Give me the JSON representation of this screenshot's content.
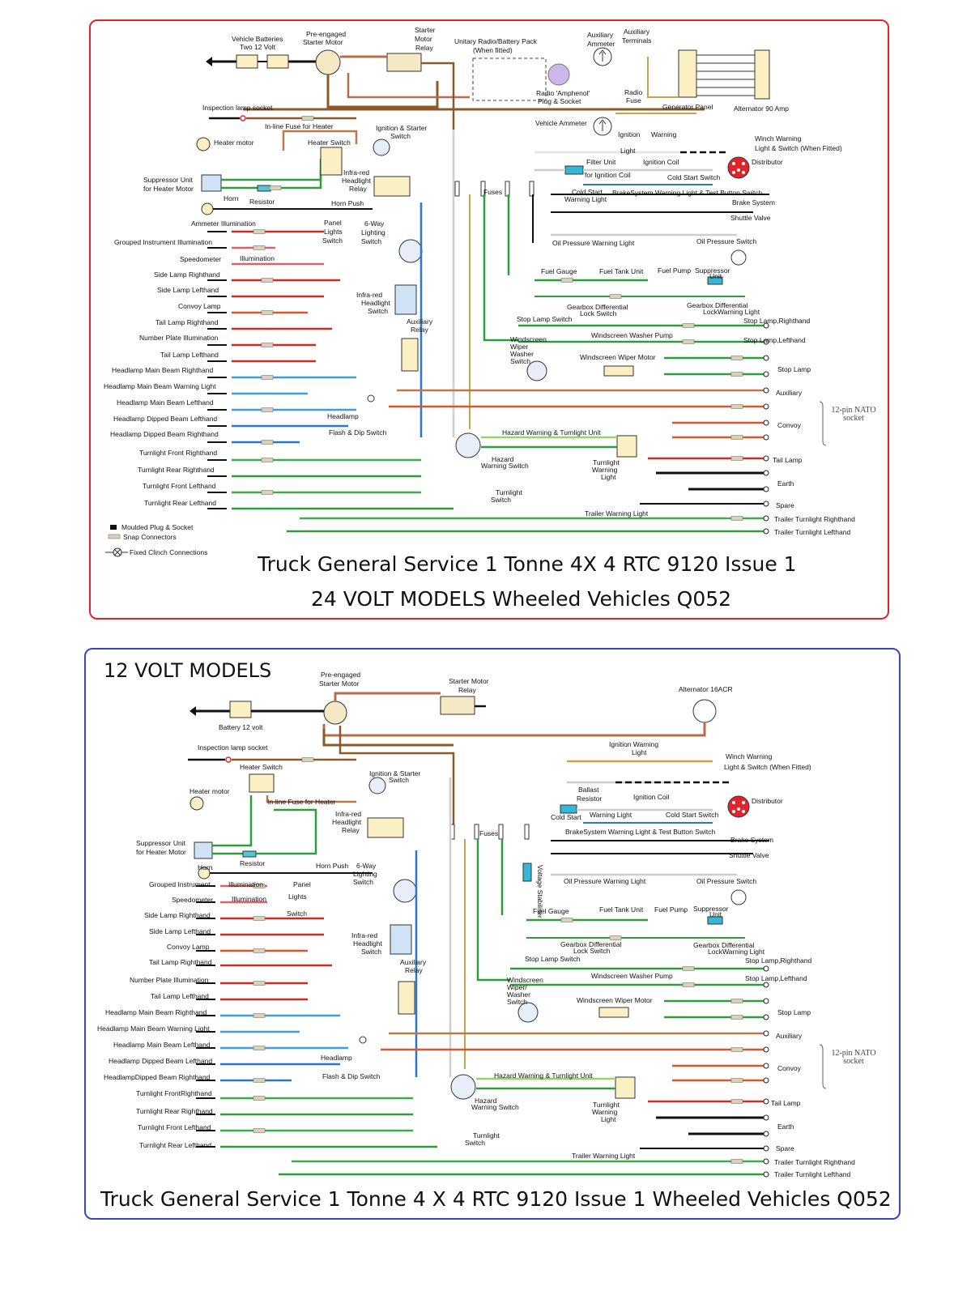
{
  "top_diagram": {
    "title_line1": "Truck General Service 1 Tonne 4X 4 RTC 9120 Issue 1",
    "title_line2": "24 VOLT MODELS  Wheeled Vehicles Q052",
    "frame_color": "#e0242d",
    "components": {
      "batteries": "Vehicle Batteries",
      "batteries_sub": "Two 12 Volt",
      "starter_motor": "Pre-engaged",
      "starter_motor_sub": "Starter Motor",
      "starter_relay": "Starter",
      "starter_relay_sub": "Motor",
      "starter_relay_sub2": "Relay",
      "radio_pack": "Unitary Radio/Battery Pack",
      "radio_pack_sub": "(When fitted)",
      "aux_ammeter": "Auxiliary",
      "aux_ammeter_sub": "Ammeter",
      "aux_terminals": "Auxiliary",
      "aux_terminals_sub": "Terminals",
      "radio_plug": "Radio 'Amphenol'",
      "radio_plug_sub": "Plug & Socket",
      "radio_fuse": "Radio",
      "radio_fuse_sub": "Fuse",
      "generator_panel": "Generator Panel",
      "alternator": "Alternator 90 Amp",
      "vehicle_ammeter": "Vehicle Ammeter",
      "inspection_socket": "Inspection lamp socket",
      "inline_fuse": "In-line Fuse for Heater",
      "heater_motor": "Heater motor",
      "heater_switch": "Heater Switch",
      "ign_starter_switch": "Ignition & Starter",
      "ign_starter_switch_sub": "Switch",
      "ignition_warning": "Ignition",
      "ignition_warning_sub": "Warning",
      "ignition_warning_sub2": "Light",
      "winch_warning": "Winch Warning",
      "winch_warning_sub": "Light & Switch (When Fitted)",
      "filter_unit": "Filter Unit",
      "filter_unit_sub": "for Ignition Coil",
      "ignition_coil": "Ignition Coil",
      "distributor": "Distributor",
      "cold_start_switch": "Cold Start Switch",
      "cold_start_light": "Cold Start",
      "cold_start_light_sub": "Warning Light",
      "brake_warning": "BrakeSystem Warning Light & Test Button Switch",
      "brake_system": "Brake System",
      "shuttle_valve": "Shuttle Valve",
      "suppressor_heater": "Suppressor Unit",
      "suppressor_heater_sub": "for Heater Motor",
      "horn": "Horn",
      "resistor": "Resistor",
      "horn_push": "Horn Push",
      "ir_relay": "Infra-red",
      "ir_relay_sub": "Headlight",
      "ir_relay_sub2": "Relay",
      "fuses": "Fuses",
      "ammeter_illum": "Ammeter Illumination",
      "grouped_illum": "Grouped Instrument Illumination",
      "panel_lights": "Panel",
      "panel_lights_sub": "Lights",
      "panel_lights_sub2": "Switch",
      "six_way": "6-Way",
      "six_way_sub": "Lighting",
      "six_way_sub2": "Switch",
      "speedometer": "Speedometer",
      "illumination": "Illumination",
      "oil_warning": "Oil Pressure Warning Light",
      "oil_switch": "Oil Pressure Switch",
      "fuel_gauge": "Fuel Gauge",
      "fuel_tank": "Fuel Tank Unit",
      "fuel_pump": "Fuel Pump",
      "suppressor": "Suppressor",
      "suppressor_sub": "Unit",
      "gearbox_switch": "Gearbox Differential",
      "gearbox_switch_sub": "Lock Switch",
      "gearbox_light": "Gearbox Differential",
      "gearbox_light_sub": "LockWarning Light",
      "ir_switch": "Infra-red",
      "ir_switch_sub": "Headlight",
      "ir_switch_sub2": "Switch",
      "aux_relay": "Auxiliary",
      "aux_relay_sub": "Relay",
      "stop_lamp_switch": "Stop Lamp Switch",
      "washer_pump": "Windscreen Washer Pump",
      "wiper_switch": "Windscreen",
      "wiper_switch_sub": "Wiper",
      "wiper_switch_sub2": "Washer",
      "wiper_switch_sub3": "Switch",
      "wiper_motor": "Windscreen Wiper Motor",
      "headlamp_switch": "Headlamp",
      "headlamp_switch_sub": "Flash & Dip Switch",
      "hazard_unit": "Hazard Warning  & Turnlight Unit",
      "hazard_switch": "Hazard",
      "hazard_switch_sub": "Warning Switch",
      "turnlight_warning": "Turnlight",
      "turnlight_warning_sub": "Warning",
      "turnlight_warning_sub2": "Light",
      "turnlight_switch": "Turnlight",
      "turnlight_switch_sub": "Switch",
      "trailer_warning": "Trailer Warning Light"
    },
    "left_loads": [
      "Side Lamp Righthand",
      "Side Lamp Lefthand",
      "Convoy Lamp",
      "Tail Lamp Righthand",
      "Number Plate Illumination",
      "Tail Lamp Lefthand",
      "Headlamp Main Beam Righthand",
      "Headlamp Main Beam Warning Light",
      "Headlamp Main Beam Lefthand",
      "Headlamp Dipped Beam Lefthand",
      "Headlamp Dipped Beam Righthand",
      "Turnlight Front Righthand",
      "Turnlight Rear Righthand",
      "Turnlight Front Lefthand",
      "Turnlight Rear Lefthand"
    ],
    "right_outputs": [
      "Stop Lamp,Righthand",
      "Stop Lamp,Lefthand",
      "Stop Lamp",
      "Auxiliary",
      "Convoy",
      "Tail Lamp",
      "Earth",
      "Spare",
      "Trailer Turnlight Righthand",
      "Trailer Turnlight Lefthand"
    ],
    "nato_socket": "12-pin NATO socket",
    "legend": [
      "Moulded Plug & Socket",
      "Snap Connectors",
      "Fixed Clinch Connections"
    ]
  },
  "bottom_diagram": {
    "heading": "12 VOLT MODELS",
    "title": "Truck General Service 1 Tonne 4 X 4 RTC 9120 Issue 1    Wheeled Vehicles Q052",
    "frame_color": "#3a44c2",
    "components": {
      "starter_motor": "Pre-engaged",
      "starter_motor_sub": "Starter Motor",
      "starter_relay": "Starter Motor",
      "starter_relay_sub": "Relay",
      "alternator": "Alternator 16ACR",
      "battery": "Battery 12 volt",
      "inspection_socket": "Inspection lamp socket",
      "heater_switch": "Heater Switch",
      "heater_motor": "Heater motor",
      "inline_fuse": "In-line Fuse for Heater",
      "ign_starter_switch": "Ignition & Starter",
      "ign_starter_switch_sub": "Switch",
      "ignition_warning": "Ignition Warning",
      "ignition_warning_sub": "Light",
      "winch_warning": "Winch Warning",
      "winch_warning_sub": "Light & Switch (When Fitted)",
      "ballast": "Ballast",
      "ballast_sub": "Resistor",
      "ignition_coil": "Ignition Coil",
      "distributor": "Distributor",
      "cold_start": "Cold Start",
      "warning_light": "Warning Light",
      "cold_start_switch": "Cold Start Switch",
      "brake_warning": "BrakeSystem Warning Light & Test Button Switch",
      "brake_system": "Brake System",
      "shuttle_valve": "Shuttle Valve",
      "ir_relay": "Infra-red",
      "ir_relay_sub": "Headlight",
      "ir_relay_sub2": "Relay",
      "fuses": "Fuses",
      "suppressor_heater": "Suppressor Unit",
      "suppressor_heater_sub": "for Heater Motor",
      "resistor": "Resistor",
      "horn": "Horn",
      "horn_push": "Horn Push",
      "six_way": "6-Way",
      "six_way_sub": "Lighting",
      "six_way_sub2": "Switch",
      "grouped_instrument": "Grouped Instrument",
      "illumination": "Illumination",
      "panel_lights": "Panel",
      "panel_lights_sub": "Lights",
      "panel_lights_sub2": "Switch",
      "speedometer": "Speedometer",
      "illumination2": "Illumination",
      "voltage_stabiliser": "Voltage Stabiliser",
      "oil_warning": "Oil Pressure Warning Light",
      "oil_switch": "Oil Pressure Switch",
      "fuel_gauge": "Fuel Gauge",
      "fuel_tank": "Fuel Tank Unit",
      "fuel_pump": "Fuel Pump",
      "suppressor": "Suppressor",
      "suppressor_sub": "Unit",
      "gearbox_switch": "Gearbox Differential",
      "gearbox_switch_sub": "Lock Switch",
      "gearbox_light": "Gearbox Differential",
      "gearbox_light_sub": "LockWarning Light",
      "ir_switch": "Infra-red",
      "ir_switch_sub": "Headlight",
      "ir_switch_sub2": "Switch",
      "aux_relay": "Auxiliary",
      "aux_relay_sub": "Relay",
      "stop_lamp_switch": "Stop Lamp Switch",
      "washer_pump": "Windscreen Washer Pump",
      "wiper_switch": "Windscreen",
      "wiper_switch_sub": "Wiper/",
      "wiper_switch_sub2": "Washer",
      "wiper_switch_sub3": "Switch",
      "wiper_motor": "Windscreen Wiper Motor",
      "headlamp_switch": "Headlamp",
      "headlamp_switch_sub": "Flash & Dip Switch",
      "hazard_unit": "Hazard Warning  & Turnlight Unit",
      "hazard_switch": "Hazard",
      "hazard_switch_sub": "Warning Switch",
      "turnlight_warning": "Turnlight",
      "turnlight_warning_sub": "Warning",
      "turnlight_warning_sub2": "Light",
      "turnlight_switch": "Turnlight",
      "turnlight_switch_sub": "Switch",
      "trailer_warning": "Trailer Warning Light"
    },
    "left_loads": [
      "Side Lamp Righthand",
      "Side Lamp Lefthand",
      "Convoy Lamp",
      "Tail Lamp Righthand",
      "Number Plate Illumination",
      "Tail Lamp Lefthand",
      "Headlamp Main Beam Righthand",
      "Headlamp Main Beam Warning Light",
      "Headlamp Main Beam Lefthand",
      "Headlamp Dipped Beam Lefthand",
      "HeadlampDipped Beam Righthand",
      "Turnlight FrontRighthand",
      "Turnlight Rear Righthand",
      "Turnlight Front Lefthand",
      "Turnlight Rear Lefthand"
    ],
    "right_outputs": [
      "Stop Lamp,Righthand",
      "Stop Lamp,Lefthand",
      "Stop Lamp",
      "Auxiliary",
      "Convoy",
      "Tail Lamp",
      "Earth",
      "Spare",
      "Trailer Turnlight Righthand",
      "Trailer Turnlight Lefthand"
    ],
    "nato_socket": "12-pin NATO socket"
  },
  "wire_colors": {
    "N": "#8b5a2b",
    "NR": "#b86b4b",
    "W": "#e6e6e6",
    "R": "#d22a1e",
    "B": "#111111",
    "G": "#2f9e3a",
    "U": "#2b78c4",
    "Y": "#c8c23a",
    "NY": "#c9a24a",
    "LG": "#9fd16a",
    "GW": "#3cab4a",
    "RW": "#e0606a",
    "UW": "#3f9ddf",
    "RY": "#d9572a"
  }
}
